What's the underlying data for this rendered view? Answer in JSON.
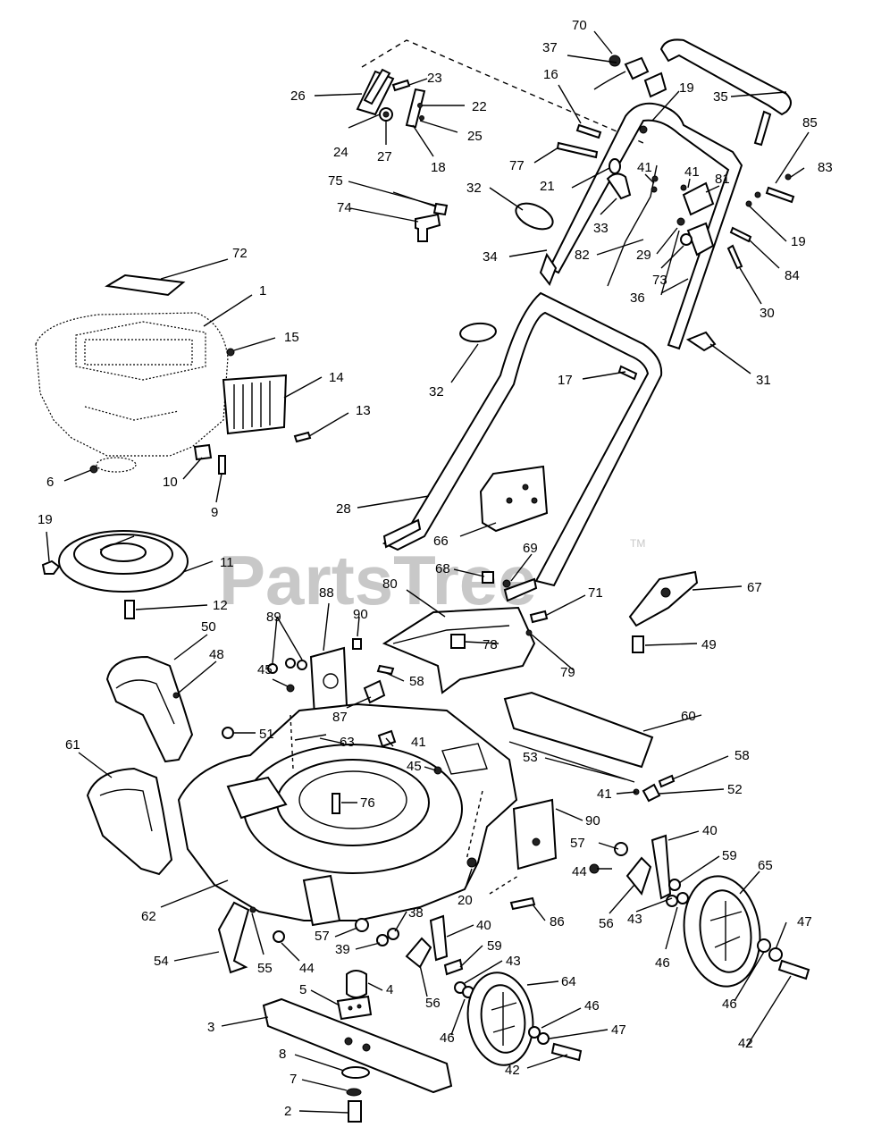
{
  "diagram": {
    "watermark": "PartsTree",
    "watermark_mark": "TM",
    "callouts": [
      {
        "n": "70"
      },
      {
        "n": "37"
      },
      {
        "n": "16"
      },
      {
        "n": "19"
      },
      {
        "n": "35"
      },
      {
        "n": "85"
      },
      {
        "n": "83"
      },
      {
        "n": "23"
      },
      {
        "n": "26"
      },
      {
        "n": "22"
      },
      {
        "n": "25"
      },
      {
        "n": "24"
      },
      {
        "n": "27"
      },
      {
        "n": "18"
      },
      {
        "n": "77"
      },
      {
        "n": "21"
      },
      {
        "n": "41"
      },
      {
        "n": "41"
      },
      {
        "n": "81"
      },
      {
        "n": "75"
      },
      {
        "n": "74"
      },
      {
        "n": "32"
      },
      {
        "n": "33"
      },
      {
        "n": "19"
      },
      {
        "n": "34"
      },
      {
        "n": "82"
      },
      {
        "n": "29"
      },
      {
        "n": "84"
      },
      {
        "n": "73"
      },
      {
        "n": "30"
      },
      {
        "n": "36"
      },
      {
        "n": "72"
      },
      {
        "n": "1"
      },
      {
        "n": "15"
      },
      {
        "n": "14"
      },
      {
        "n": "13"
      },
      {
        "n": "32"
      },
      {
        "n": "17"
      },
      {
        "n": "31"
      },
      {
        "n": "6"
      },
      {
        "n": "10"
      },
      {
        "n": "9"
      },
      {
        "n": "28"
      },
      {
        "n": "19"
      },
      {
        "n": "11"
      },
      {
        "n": "66"
      },
      {
        "n": "69"
      },
      {
        "n": "68"
      },
      {
        "n": "67"
      },
      {
        "n": "12"
      },
      {
        "n": "88"
      },
      {
        "n": "80"
      },
      {
        "n": "71"
      },
      {
        "n": "89"
      },
      {
        "n": "90"
      },
      {
        "n": "78"
      },
      {
        "n": "50"
      },
      {
        "n": "48"
      },
      {
        "n": "49"
      },
      {
        "n": "79"
      },
      {
        "n": "58"
      },
      {
        "n": "45"
      },
      {
        "n": "87"
      },
      {
        "n": "60"
      },
      {
        "n": "51"
      },
      {
        "n": "41"
      },
      {
        "n": "63"
      },
      {
        "n": "61"
      },
      {
        "n": "45"
      },
      {
        "n": "53"
      },
      {
        "n": "58"
      },
      {
        "n": "76"
      },
      {
        "n": "41"
      },
      {
        "n": "52"
      },
      {
        "n": "90"
      },
      {
        "n": "40"
      },
      {
        "n": "57"
      },
      {
        "n": "65"
      },
      {
        "n": "44"
      },
      {
        "n": "59"
      },
      {
        "n": "20"
      },
      {
        "n": "62"
      },
      {
        "n": "86"
      },
      {
        "n": "56"
      },
      {
        "n": "47"
      },
      {
        "n": "38"
      },
      {
        "n": "43"
      },
      {
        "n": "57"
      },
      {
        "n": "40"
      },
      {
        "n": "46"
      },
      {
        "n": "39"
      },
      {
        "n": "54"
      },
      {
        "n": "44"
      },
      {
        "n": "55"
      },
      {
        "n": "59"
      },
      {
        "n": "46"
      },
      {
        "n": "43"
      },
      {
        "n": "64"
      },
      {
        "n": "5"
      },
      {
        "n": "4"
      },
      {
        "n": "56"
      },
      {
        "n": "42"
      },
      {
        "n": "3"
      },
      {
        "n": "46"
      },
      {
        "n": "46"
      },
      {
        "n": "47"
      },
      {
        "n": "8"
      },
      {
        "n": "42"
      },
      {
        "n": "7"
      },
      {
        "n": "2"
      }
    ]
  }
}
